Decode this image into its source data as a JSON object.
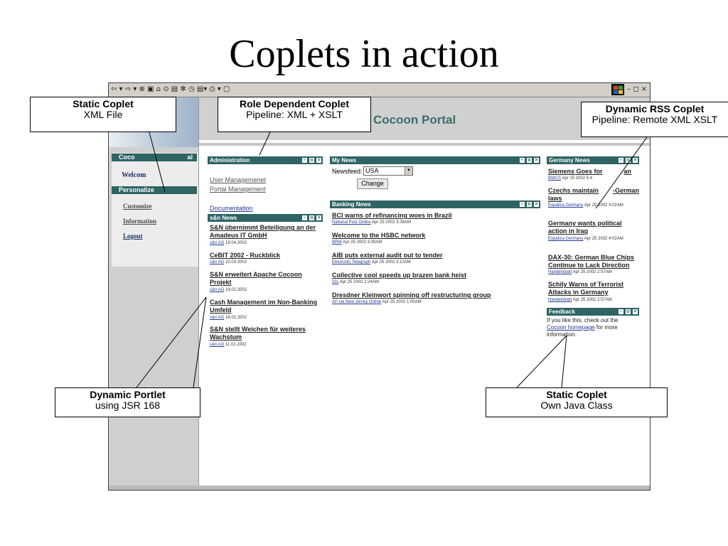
{
  "slide": {
    "title": "Coplets in action"
  },
  "browser": {
    "toolbar_glyphs": "⇦ ▾ ⇨ ▾  ⊗  ▣  ⌂   ⊙  ▤  ✻  ◷   ▤▾  ⎙     ▾ ▢",
    "window_controls": "–  ◻  ×"
  },
  "portal": {
    "title": "Cocoon Portal",
    "sidebar": {
      "header_fragment": "Coco",
      "header_fragment_end": "al",
      "welcome": "Welcom",
      "personalize": "Personalize",
      "links": [
        "Customize",
        "Information",
        "Logout"
      ]
    }
  },
  "coplets": {
    "administration": {
      "title": "Administration",
      "links": [
        "User Managemenet",
        "Portal Management",
        "Documentation"
      ]
    },
    "sn_news": {
      "title": "s&n News",
      "items": [
        {
          "title": "S&N übernimmt Beteiligung an der Amadeus IT GmbH",
          "source": "s&n AG",
          "date": "19.04.2002"
        },
        {
          "title": "CeBIT 2002 - Ruckblick",
          "source": "s&n AG",
          "date": "22.03.2002"
        },
        {
          "title": "S&N erweitert Apache Cocoon Projekt",
          "source": "s&n AG",
          "date": "19.02.2002"
        },
        {
          "title": "Cash Management im Non-Banking Umfeld",
          "source": "s&n AG",
          "date": "18.02.2002"
        },
        {
          "title": "S&N stellt Weichen für weiteres Wachstum",
          "source": "s&n AG",
          "date": "11.02.2002"
        }
      ]
    },
    "my_news": {
      "title": "My News",
      "newsfeed_label": "Newsfeed:",
      "newsfeed_value": "USA",
      "change_label": "Change"
    },
    "banking_news": {
      "title": "Banking News",
      "items": [
        {
          "title": "BCI warns of refinancing woes in Brazil",
          "source": "National Post Online",
          "date": "Apr 25 2002 5:38AM"
        },
        {
          "title": "Welcome to the HSBC network",
          "source": "BRW",
          "date": "Apr 25 2002 3:30AM"
        },
        {
          "title": "AIB puts external audit out to tender",
          "source": "Electronic Telegraph",
          "date": "Apr 25 2002 3:12AM"
        },
        {
          "title": "Collective cool speeds up brazen bank heist",
          "source": "IOL",
          "date": "Apr 25 2002 2:24AM"
        },
        {
          "title": "Dresdner Kleinwort spinning off restructuring group",
          "source": "AP via New Jersey Online",
          "date": "Apr 25 2002 1:00AM"
        }
      ]
    },
    "germany_news": {
      "title": "Germany News",
      "items": [
        {
          "title": "Siemens Goes for",
          "title_end": "an",
          "source": "BWCS",
          "date": "Apr 25 2002 5:4"
        },
        {
          "title": "Czechs maintain",
          "title_end": "-German laws",
          "source": "Expatica Germany",
          "date": "Apr 25 2002 4:02AM"
        },
        {
          "title": "Germany wants political action in Iraq",
          "source": "Expatica Germany",
          "date": "Apr 25 2002 4:02AM"
        },
        {
          "title": "DAX-30: German Blue Chips Continue to Lack Direction",
          "source": "Handelsblatt",
          "date": "Apr 25 2002 2:57AM"
        },
        {
          "title": "Schily Warns of Terrorist Attacks in Germany",
          "source": "Handelsblatt",
          "date": "Apr 25 2002 2:57AM"
        }
      ]
    },
    "feedback": {
      "title": "Feedback",
      "text_before": "If you like this, check out the",
      "link": "Cocoon homepage",
      "text_after": "for more information."
    }
  },
  "callouts": {
    "static_xml": {
      "title": "Static Coplet",
      "subtitle": "XML File"
    },
    "role_dependent": {
      "title": "Role Dependent Coplet",
      "subtitle": "Pipeline: XML + XSLT"
    },
    "dynamic_rss": {
      "title": "Dynamic RSS Coplet",
      "subtitle": "Pipeline: Remote XML XSLT"
    },
    "dynamic_portlet": {
      "title": "Dynamic Portlet",
      "subtitle": "using JSR 168"
    },
    "static_java": {
      "title": "Static Coplet",
      "subtitle": "Own Java Class"
    }
  },
  "colors": {
    "portlet_header": "#2f6464",
    "portal_title": "#3b6d6d",
    "link_blue": "#223a90"
  }
}
